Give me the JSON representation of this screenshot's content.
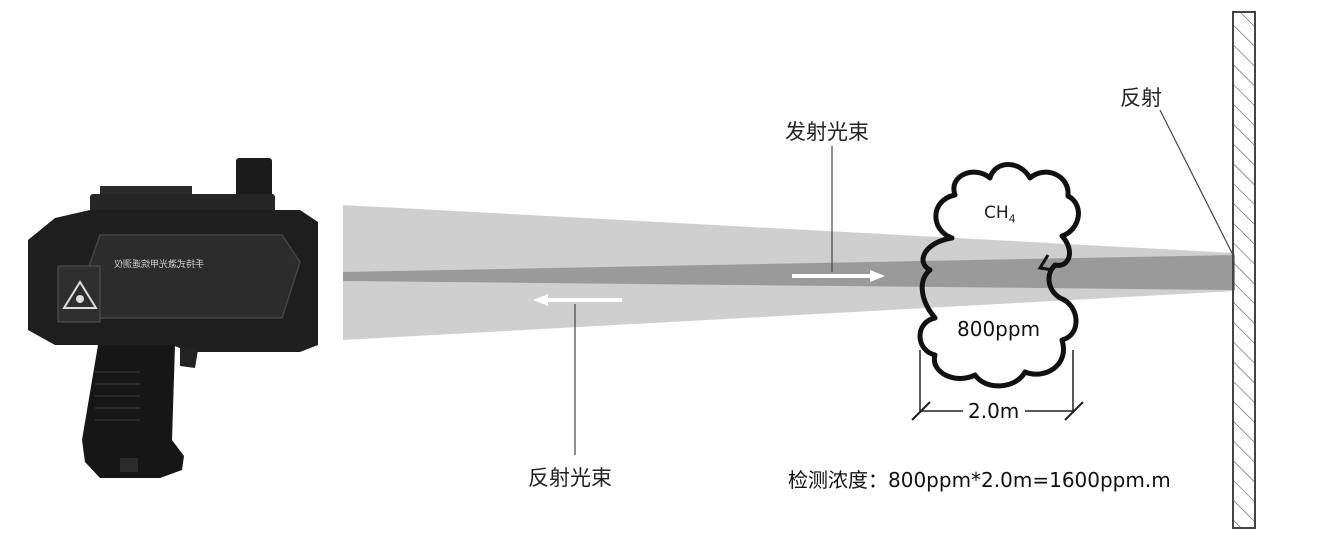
{
  "labels": {
    "reflection": "反射",
    "emitted_beam": "发射光束",
    "reflected_beam": "反射光束",
    "gas": "CH",
    "gas_subscript": "4",
    "concentration": "800ppm",
    "distance": "2.0m",
    "formula": "检测浓度：800ppm*2.0m=1600ppm.m"
  },
  "device": {
    "title": "手持式激光甲烷遥测仪"
  },
  "colors": {
    "outer_beam": "#cfcfcf",
    "inner_beam": "#9a9a9a",
    "device_body": "#1e1e1e",
    "wall_hatch": "#555555",
    "arrow": "#ffffff"
  }
}
